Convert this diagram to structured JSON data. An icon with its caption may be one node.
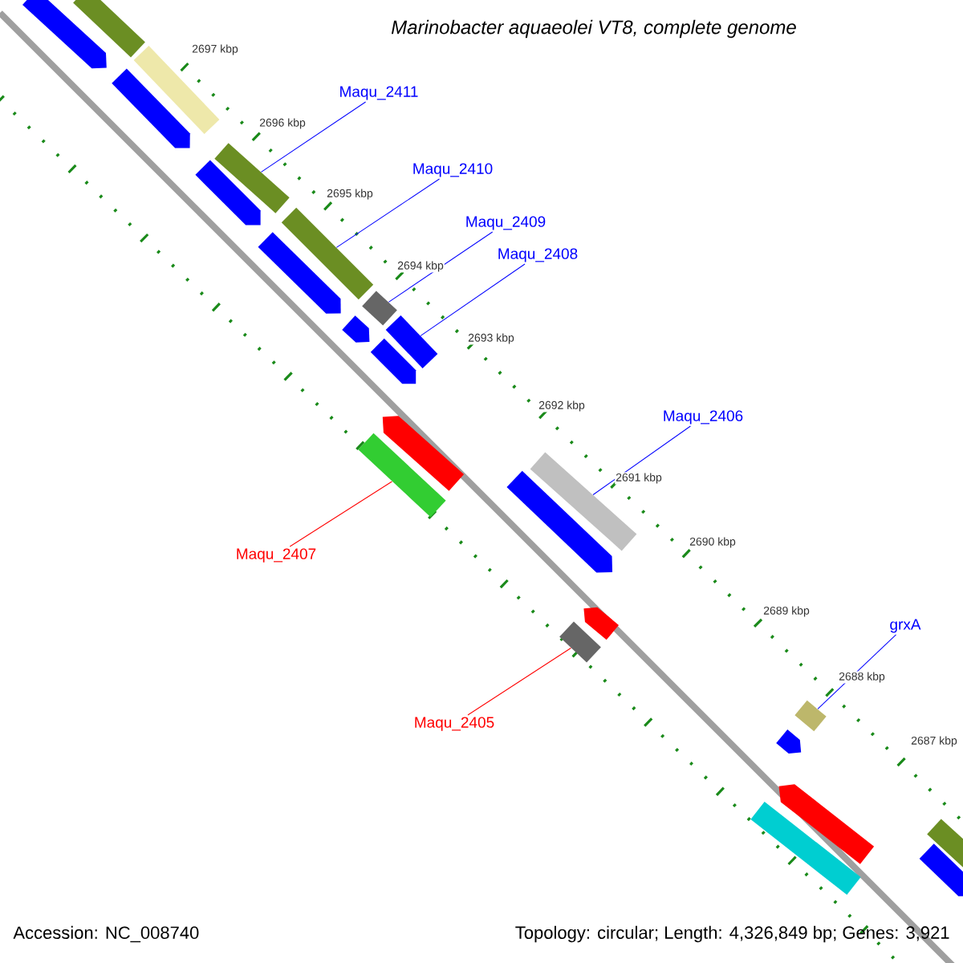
{
  "diagram": {
    "title": "Marinobacter aquaeolei VT8, complete genome",
    "nodes": [
      {
        "text": [
          "Maqu_2411"
        ]
      },
      {
        "text": [
          "Maqu_2410"
        ]
      },
      {
        "text": [
          "Maqu_2409"
        ]
      },
      {
        "text": [
          "Maqu_2408"
        ]
      },
      {
        "text": [
          "Maqu_2406"
        ]
      },
      {
        "text": [
          "grxA"
        ]
      },
      {
        "text": [
          "Maqu_2407"
        ]
      },
      {
        "text": [
          "Maqu_2405"
        ]
      },
      {
        "text": [],
        "shape": "bar"
      },
      {
        "text": [],
        "shape": "bar"
      },
      {
        "text": [],
        "shape": "arrow"
      },
      {
        "text": [],
        "shape": "arrow"
      },
      {
        "text": [],
        "shape": "bar"
      },
      {
        "text": [],
        "shape": "arrow"
      },
      {
        "text": [],
        "shape": "bar"
      },
      {
        "text": [],
        "shape": "arrow"
      },
      {
        "text": [],
        "shape": "bar"
      },
      {
        "text": [],
        "shape": "arrow"
      },
      {
        "text": [],
        "shape": "bar"
      },
      {
        "text": [],
        "shape": "arrow"
      },
      {
        "text": [],
        "shape": "arrow"
      },
      {
        "text": [],
        "shape": "bar"
      },
      {
        "text": [],
        "shape": "bar"
      },
      {
        "text": [],
        "shape": "arrow"
      },
      {
        "text": [],
        "shape": "arrow"
      },
      {
        "text": [],
        "shape": "bar"
      },
      {
        "text": [],
        "shape": "bar"
      },
      {
        "text": [],
        "shape": "arrow"
      },
      {
        "text": [],
        "shape": "arrow"
      },
      {
        "text": [],
        "shape": "bar"
      },
      {
        "text": [],
        "shape": "bar"
      },
      {
        "text": [],
        "shape": "arrow"
      }
    ],
    "edges": [
      {
        "from": 0,
        "to": 12,
        "arrow": "none"
      },
      {
        "from": 1,
        "to": 14,
        "arrow": "none"
      },
      {
        "from": 2,
        "to": 16,
        "arrow": "none"
      },
      {
        "from": 3,
        "to": 18,
        "arrow": "none"
      },
      {
        "from": 4,
        "to": 22,
        "arrow": "none"
      },
      {
        "from": 5,
        "to": 26,
        "arrow": "none"
      },
      {
        "from": 6,
        "to": 21,
        "arrow": "none",
        "color": "#ff0000"
      },
      {
        "from": 7,
        "to": 25,
        "arrow": "none",
        "color": "#ff0000"
      }
    ],
    "labels": [
      "2697 kbp",
      "2696 kbp",
      "2695 kbp",
      "2694 kbp",
      "2693 kbp",
      "2692 kbp",
      "2691 kbp",
      "2690 kbp",
      "2689 kbp",
      "2688 kbp",
      "2687 kbp",
      "Accession: NC_008740",
      "Topology: circular; Length: 4,326,849 bp; Genes: 3,921"
    ]
  }
}
